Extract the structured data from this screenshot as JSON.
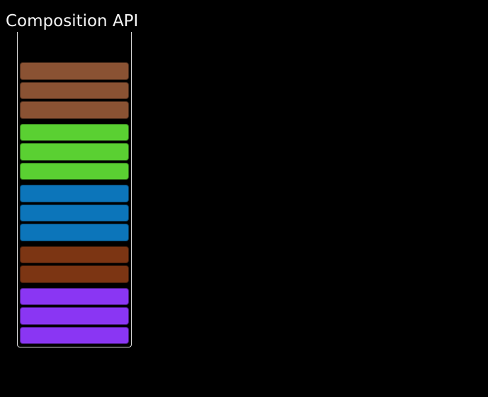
{
  "title": "Composition API",
  "theme": {
    "background": "#000000",
    "title_color": "#f5f5f5",
    "frame_border_color": "#dcdcdc",
    "block_edge_color": "rgba(0,0,0,0.45)"
  },
  "stack": {
    "total_blocks": 14,
    "groups": [
      {
        "name": "brown",
        "color": "#8a5233",
        "count": 3
      },
      {
        "name": "green",
        "color": "#5ad032",
        "count": 3
      },
      {
        "name": "blue",
        "color": "#0c75ba",
        "count": 3
      },
      {
        "name": "rust",
        "color": "#7c3513",
        "count": 2
      },
      {
        "name": "purple",
        "color": "#8a36f3",
        "count": 3
      }
    ]
  }
}
